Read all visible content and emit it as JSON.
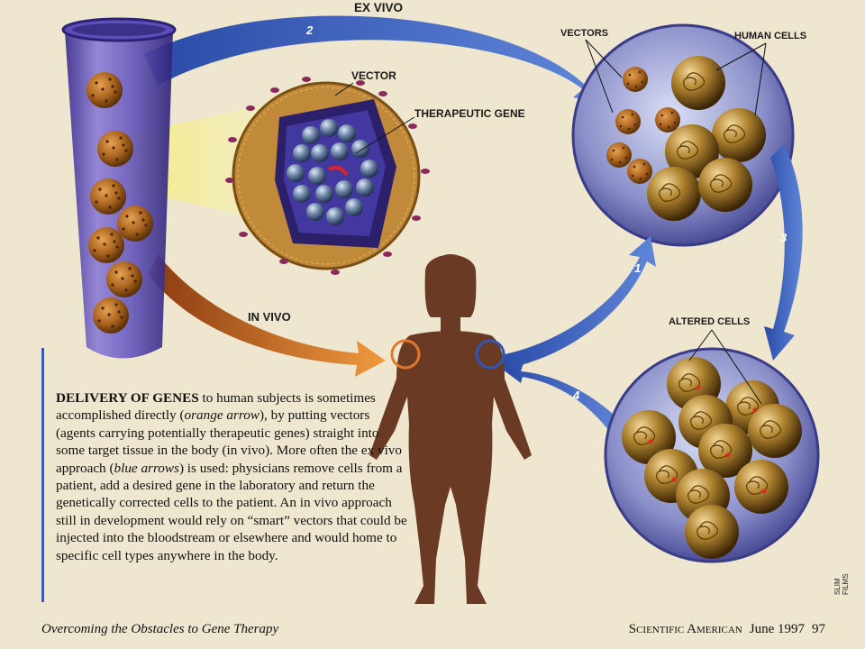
{
  "labels": {
    "ex_vivo": "EX VIVO",
    "in_vivo": "IN VIVO",
    "vector": "VECTOR",
    "therapeutic_gene": "THERAPEUTIC GENE",
    "vectors": "VECTORS",
    "human_cells": "HUMAN CELLS",
    "altered_cells": "ALTERED CELLS"
  },
  "arrows": {
    "step1": "1",
    "step2": "2",
    "step3": "3",
    "step4": "4"
  },
  "caption": {
    "lead": "DELIVERY OF GENES",
    "t1": " to human subjects is sometimes accomplished directly (",
    "i1": "orange arrow",
    "t2": "), by putting vectors (agents carrying potentially therapeutic genes) straight into some target tissue in the body (in vivo). More often the ex vivo approach (",
    "i2": "blue arrows",
    "t3": ") is used: physicians remove cells from a patient, add a desired gene in the laboratory and return the genetically corrected cells to the patient. An in vivo approach still in development would rely on “smart” vectors that could be injected into the bloodstream or elsewhere and would home to specific cell types anywhere in the body."
  },
  "footer": {
    "article": "Overcoming the Obstacles to Gene Therapy",
    "magazine": "Scientific American",
    "date": "June 1997",
    "page": "97"
  },
  "credit": "SLIM FILMS",
  "colors": {
    "blue_arrow": "#2f55b5",
    "orange_arrow": "#d9782a",
    "body": "#6a3a24",
    "vector": "#a8621e",
    "cell": "#8c6418"
  }
}
